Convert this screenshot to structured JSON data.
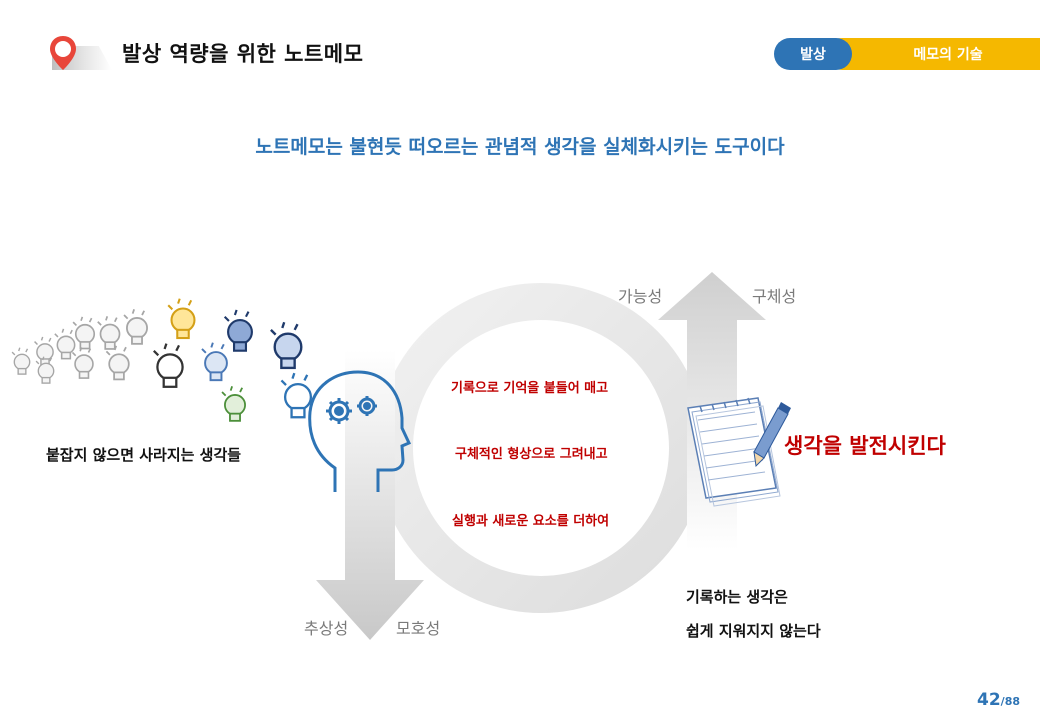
{
  "header": {
    "title": "발상 역량을 위한 노트메모",
    "tag_primary": "발상",
    "tag_secondary": "메모의 기술"
  },
  "subtitle": "노트메모는 불현듯 떠오르는 관념적 생각을 실체화시키는 도구이다",
  "diagram": {
    "top_labels": [
      "가능성",
      "구체성"
    ],
    "bottom_labels": [
      "추상성",
      "모호성"
    ],
    "center_lines": [
      "기록으로 기억을 붙들어 매고",
      "구체적인 형상으로 그려내고",
      "실행과 새로운 요소를 더하여"
    ],
    "left_caption": "붙잡지 않으면 사라지는 생각들",
    "right_caption": "생각을 발전시킨다",
    "bottom_right_lines": [
      "기록하는 생각은",
      "쉽게 지워지지 않는다"
    ]
  },
  "icons": {
    "pin": "location-pin-icon",
    "bulbs": "lightbulb-icon",
    "head": "head-gears-icon",
    "notepad": "notepad-pencil-icon"
  },
  "colors": {
    "accent_blue": "#2e74b5",
    "accent_yellow": "#f5b800",
    "accent_red": "#c00000",
    "pin_red": "#e8463a"
  },
  "page": {
    "current": "42",
    "total": "/88"
  }
}
